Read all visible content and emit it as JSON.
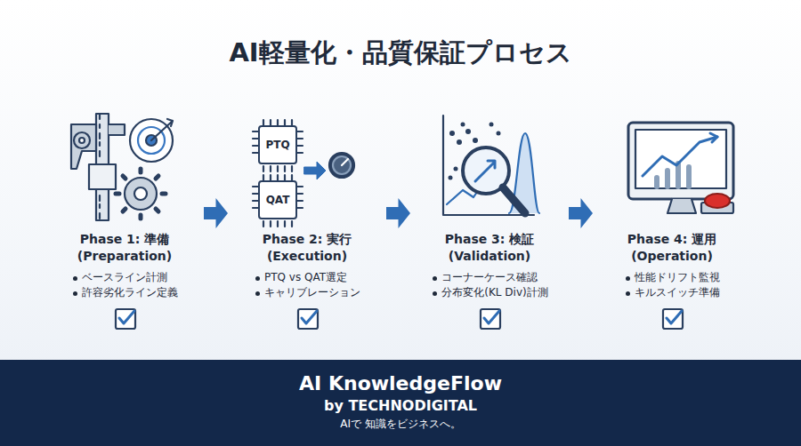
{
  "diagram": {
    "title": "AI軽量化・品質保証プロセス",
    "nodes": [
      {
        "text": [
          "Phase 1: 準備 (Preparation)",
          "ベースライン計測",
          "許容劣化ライン定義"
        ]
      },
      {
        "text": [
          "Phase 2: 実行 (Execution)",
          "PTQ vs QAT選定",
          "キャリブレーション"
        ]
      },
      {
        "text": [
          "PTQ"
        ]
      },
      {
        "text": [
          "QAT"
        ]
      },
      {
        "text": [
          "Phase 3: 検証 (Validation)",
          "コーナーケース確認",
          "分布変化(KL Div)計測"
        ]
      },
      {
        "text": [
          "Phase 4: 運用 (Operation)",
          "性能ドリフト監視",
          "キルスイッチ準備"
        ]
      },
      {
        "text": [
          "AI KnowledgeFlow",
          "by TECHNODIGITAL",
          "AIで 知識をビジネスへ。"
        ]
      }
    ],
    "edges": [
      {
        "from": 0,
        "to": 1,
        "arrow": "to"
      },
      {
        "from": 1,
        "to": 4,
        "arrow": "to"
      },
      {
        "from": 4,
        "to": 5,
        "arrow": "to"
      }
    ]
  }
}
